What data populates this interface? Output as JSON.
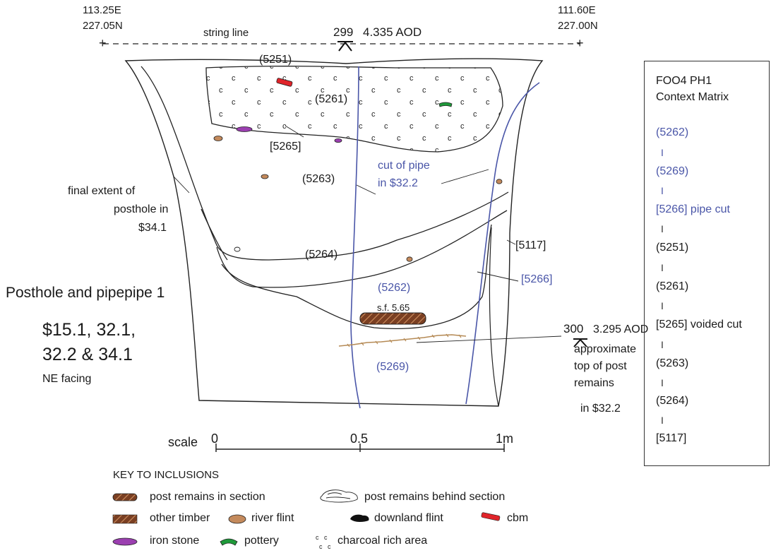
{
  "survey": {
    "left_coord": [
      "113.25E",
      "227.05N"
    ],
    "right_coord": [
      "111.60E",
      "227.00N"
    ],
    "string_line_label": "string line",
    "datum_top_number": "299",
    "datum_top_value": "4.335 AOD",
    "datum_lower_number": "300",
    "datum_lower_value": "3.295 AOD",
    "approx_top_note": [
      "approximate",
      "top of post",
      "remains",
      "in $32.2"
    ]
  },
  "contexts": {
    "c5251": "(5251)",
    "c5261": "(5261)",
    "c5265": "[5265]",
    "c5263": "(5263)",
    "c5264": "(5264)",
    "c5117": "[5117]",
    "c5262": "(5262)",
    "c5266": "[5266]",
    "c5269": "(5269)",
    "sf": "s.f. 5.65",
    "pipe_note": [
      "cut of pipe",
      "in $32.2"
    ],
    "final_extent_note": [
      "final extent of",
      "posthole in",
      "$34.1"
    ]
  },
  "title": {
    "heading": "Posthole and pipepipe 1",
    "lines": [
      "$15.1, 32.1,",
      "32.2 & 34.1"
    ],
    "facing": "NE facing"
  },
  "scale": {
    "label": "scale",
    "ticks": [
      "0",
      "0.5",
      "1m"
    ]
  },
  "key": {
    "heading": "KEY TO INCLUSIONS",
    "post_in_section": "post remains in section",
    "post_behind_section": "post remains behind section",
    "other_timber": "other timber",
    "river_flint": "river flint",
    "downland_flint": "downland flint",
    "cbm": "cbm",
    "iron_stone": "iron stone",
    "pottery": "pottery",
    "charcoal": "charcoal rich area"
  },
  "matrix": {
    "title_lines": [
      "FOO4 PH1",
      "Context Matrix"
    ],
    "items": [
      {
        "label": "(5262)",
        "color": "#4a56a8"
      },
      {
        "label": "(5269)",
        "color": "#4a56a8"
      },
      {
        "label": "[5266] pipe cut",
        "color": "#4a56a8"
      },
      {
        "label": "(5251)",
        "color": "#1a1a1a"
      },
      {
        "label": "(5261)",
        "color": "#1a1a1a"
      },
      {
        "label": "[5265] voided cut",
        "color": "#1a1a1a"
      },
      {
        "label": "(5263)",
        "color": "#1a1a1a"
      },
      {
        "label": "(5264)",
        "color": "#1a1a1a"
      },
      {
        "label": "[5117]",
        "color": "#1a1a1a"
      }
    ],
    "separator": "I"
  },
  "colors": {
    "pipe_blue": "#4a56a8",
    "cbm_red": "#e0242a",
    "iron_purple": "#9b3fb0",
    "pottery_green": "#1f9a3a",
    "flint_brown": "#c48a5c",
    "timber_brown": "#8b4a2b"
  }
}
